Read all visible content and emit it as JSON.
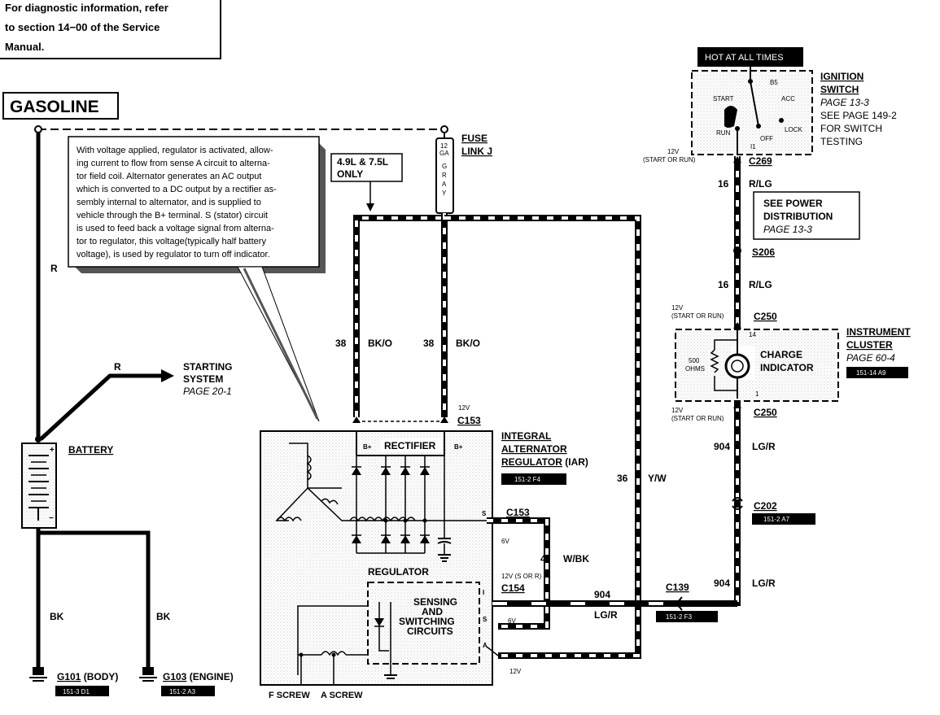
{
  "diagnostic_note": {
    "line1": "For diagnostic information, refer",
    "line2": "to section 14−00 of the Service",
    "line3": "Manual."
  },
  "section_title": "GASOLINE",
  "callout": {
    "lines": [
      "With voltage applied, regulator is activated, allow-",
      "ing current to flow from sense A circuit to alterna-",
      "tor field coil.  Alternator generates an AC output",
      "which is converted to a DC output by a rectifier as-",
      "sembly internal to alternator, and is supplied to",
      "vehicle through the B+ terminal.  S (stator) circuit",
      "is used to feed back a voltage signal from alterna-",
      "tor to regulator, this voltage(typically half battery",
      "voltage), is used by regulator to turn off indicator."
    ]
  },
  "engine_note": {
    "line1": "4.9L & 7.5L",
    "line2": "ONLY"
  },
  "fuse": {
    "gauge_num": "12",
    "gauge_unit": "GA",
    "color_letters": [
      "G",
      "R",
      "A",
      "Y"
    ],
    "label1": "FUSE",
    "label2": "LINK J"
  },
  "hot_label": "HOT AT ALL TIMES",
  "ignition": {
    "title1": "IGNITION",
    "title2": "SWITCH",
    "page": "PAGE 13-3",
    "see1": "SEE PAGE 149-2",
    "see2": "FOR SWITCH",
    "see3": "TESTING",
    "pos_b5": "B5",
    "pos_start": "START",
    "pos_acc": "ACC",
    "pos_run": "RUN",
    "pos_off": "OFF",
    "pos_lock": "LOCK",
    "pos_i1": "I1"
  },
  "wires": {
    "w16_num": "16",
    "w16_color": "R/LG",
    "w38_num": "38",
    "w38_color": "BK/O",
    "w36_num": "36",
    "w36_color": "Y/W",
    "w4_num": "4",
    "w4_color": "W/BK",
    "w904_num": "904",
    "w904_color": "LG/R",
    "r_label": "R",
    "bk_label": "BK"
  },
  "connectors": {
    "c269": "C269",
    "s206": "S206",
    "c250": "C250",
    "c153": "C153",
    "c154": "C154",
    "c202": "C202",
    "c139": "C139"
  },
  "voltages": {
    "v12_run": "12V",
    "start_or_run": "(START OR RUN)",
    "v12": "12V",
    "v6": "6V",
    "v12_s_or_r": "12V (S OR R)"
  },
  "power_dist": {
    "line1": "SEE POWER",
    "line2": "DISTRIBUTION",
    "line3": "PAGE 13-3"
  },
  "cluster": {
    "title1": "INSTRUMENT",
    "title2": "CLUSTER",
    "page": "PAGE 60-4",
    "ref": "151-14 A9",
    "charge1": "CHARGE",
    "charge2": "INDICATOR",
    "ohms1": "500",
    "ohms2": "OHMS",
    "pin14": "14",
    "pin1": "1"
  },
  "starting": {
    "line1": "STARTING",
    "line2": "SYSTEM",
    "page": "PAGE 20-1"
  },
  "battery": "BATTERY",
  "alternator": {
    "title1": "INTEGRAL",
    "title2": "ALTERNATOR",
    "title3": "REGULATOR",
    "title_suffix": "(IAR)",
    "ref": "151-2 F4",
    "rectifier": "RECTIFIER",
    "bplus": "B+",
    "regulator": "REGULATOR",
    "sensing1": "SENSING",
    "sensing2": "AND",
    "sensing3": "SWITCHING",
    "sensing4": "CIRCUITS",
    "term_s": "S",
    "term_i": "I",
    "term_a": "A",
    "f_screw": "F SCREW",
    "a_screw": "A SCREW"
  },
  "grounds": {
    "g101_id": "G101",
    "g101_loc": "(BODY)",
    "g101_ref": "151-3 D1",
    "g103_id": "G103",
    "g103_loc": "(ENGINE)",
    "g103_ref": "151-2 A3"
  },
  "refs": {
    "c202_ref": "151-2 A7",
    "c139_ref": "151-2 F3"
  }
}
